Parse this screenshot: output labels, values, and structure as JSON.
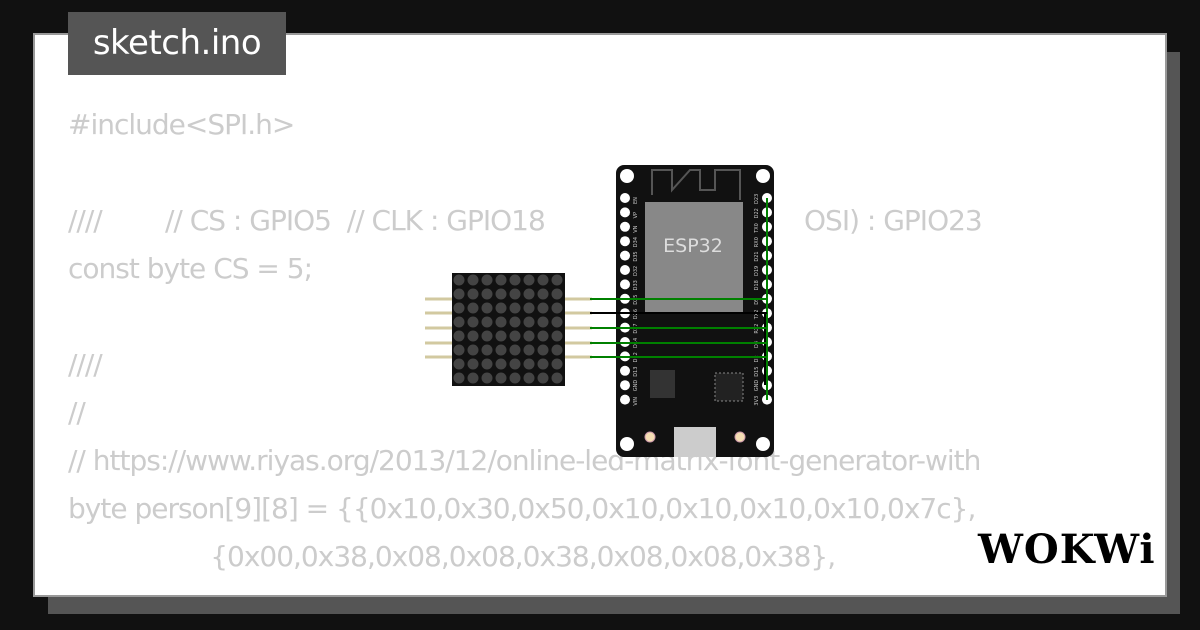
{
  "file_tab": {
    "label": "sketch.ino"
  },
  "code_lines": [
    "#include<SPI.h>",
    "",
    "////        // CS : GPIO5  // CLK : GPIO18",
    "const byte CS = 5;",
    "",
    "////",
    "//",
    "// https://www.riyas.org/2013/12/online-led-matrix-font-generator-with",
    "byte person[9][8] = {{0x10,0x30,0x50,0x10,0x10,0x10,0x10,0x7c},",
    "                  {0x00,0x38,0x08,0x08,0x38,0x08,0x08,0x38},"
  ],
  "code_line_fragment": "OSI) : GPIO23",
  "board": {
    "chip_label": "ESP32",
    "left_pins": [
      "EN",
      "VP",
      "VN",
      "D34",
      "D35",
      "D32",
      "D33",
      "D25",
      "D26",
      "D27",
      "D14",
      "D12",
      "D13",
      "GND",
      "VIN"
    ],
    "right_pins": [
      "D23",
      "D22",
      "TX0",
      "RX0",
      "D21",
      "D19",
      "D18",
      "D5",
      "TX2",
      "RX2",
      "D4",
      "D2",
      "D15",
      "GND",
      "3V3"
    ]
  },
  "wire_colors": {
    "signal": "#008000",
    "ground": "#000000"
  },
  "brand": {
    "logo": "WOKWi"
  }
}
